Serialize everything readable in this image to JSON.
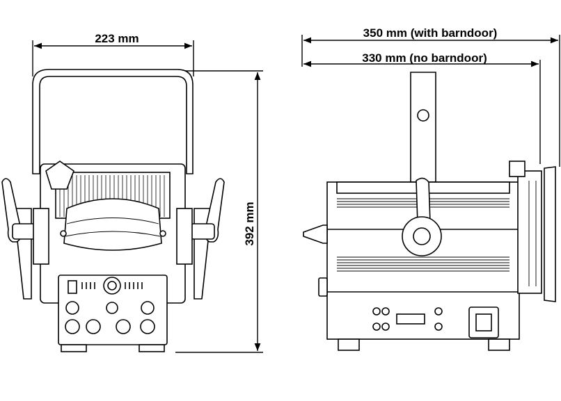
{
  "dimensions": {
    "front_width": "223 mm",
    "height": "392 mm",
    "side_length_with_barndoor": "350 mm (with barndoor)",
    "side_length_no_barndoor": "330 mm (no barndoor)"
  }
}
